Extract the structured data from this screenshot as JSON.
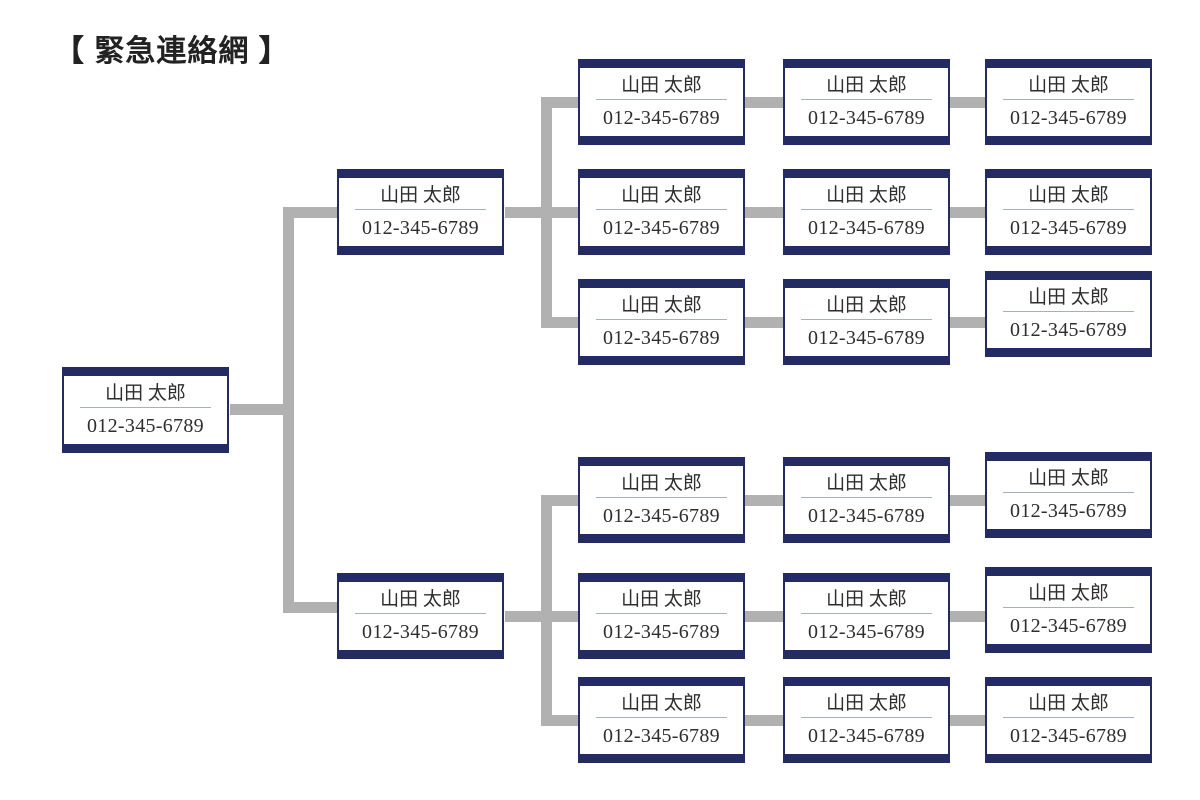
{
  "title": "【 緊急連絡網 】",
  "colors": {
    "navy": "#242b62",
    "connector": "#b1b1b2",
    "separator": "#a5afc4",
    "text": "#2e2e2e"
  },
  "tree": {
    "root": {
      "name": "山田 太郎",
      "phone": "012-345-6789"
    },
    "branches": [
      {
        "leader": {
          "name": "山田 太郎",
          "phone": "012-345-6789"
        },
        "chains": [
          [
            {
              "name": "山田 太郎",
              "phone": "012-345-6789"
            },
            {
              "name": "山田 太郎",
              "phone": "012-345-6789"
            },
            {
              "name": "山田 太郎",
              "phone": "012-345-6789"
            }
          ],
          [
            {
              "name": "山田 太郎",
              "phone": "012-345-6789"
            },
            {
              "name": "山田 太郎",
              "phone": "012-345-6789"
            },
            {
              "name": "山田 太郎",
              "phone": "012-345-6789"
            }
          ],
          [
            {
              "name": "山田 太郎",
              "phone": "012-345-6789"
            },
            {
              "name": "山田 太郎",
              "phone": "012-345-6789"
            },
            {
              "name": "山田 太郎",
              "phone": "012-345-6789"
            }
          ]
        ]
      },
      {
        "leader": {
          "name": "山田 太郎",
          "phone": "012-345-6789"
        },
        "chains": [
          [
            {
              "name": "山田 太郎",
              "phone": "012-345-6789"
            },
            {
              "name": "山田 太郎",
              "phone": "012-345-6789"
            },
            {
              "name": "山田 太郎",
              "phone": "012-345-6789"
            }
          ],
          [
            {
              "name": "山田 太郎",
              "phone": "012-345-6789"
            },
            {
              "name": "山田 太郎",
              "phone": "012-345-6789"
            },
            {
              "name": "山田 太郎",
              "phone": "012-345-6789"
            }
          ],
          [
            {
              "name": "山田 太郎",
              "phone": "012-345-6789"
            },
            {
              "name": "山田 太郎",
              "phone": "012-345-6789"
            },
            {
              "name": "山田 太郎",
              "phone": "012-345-6789"
            }
          ]
        ]
      }
    ]
  }
}
